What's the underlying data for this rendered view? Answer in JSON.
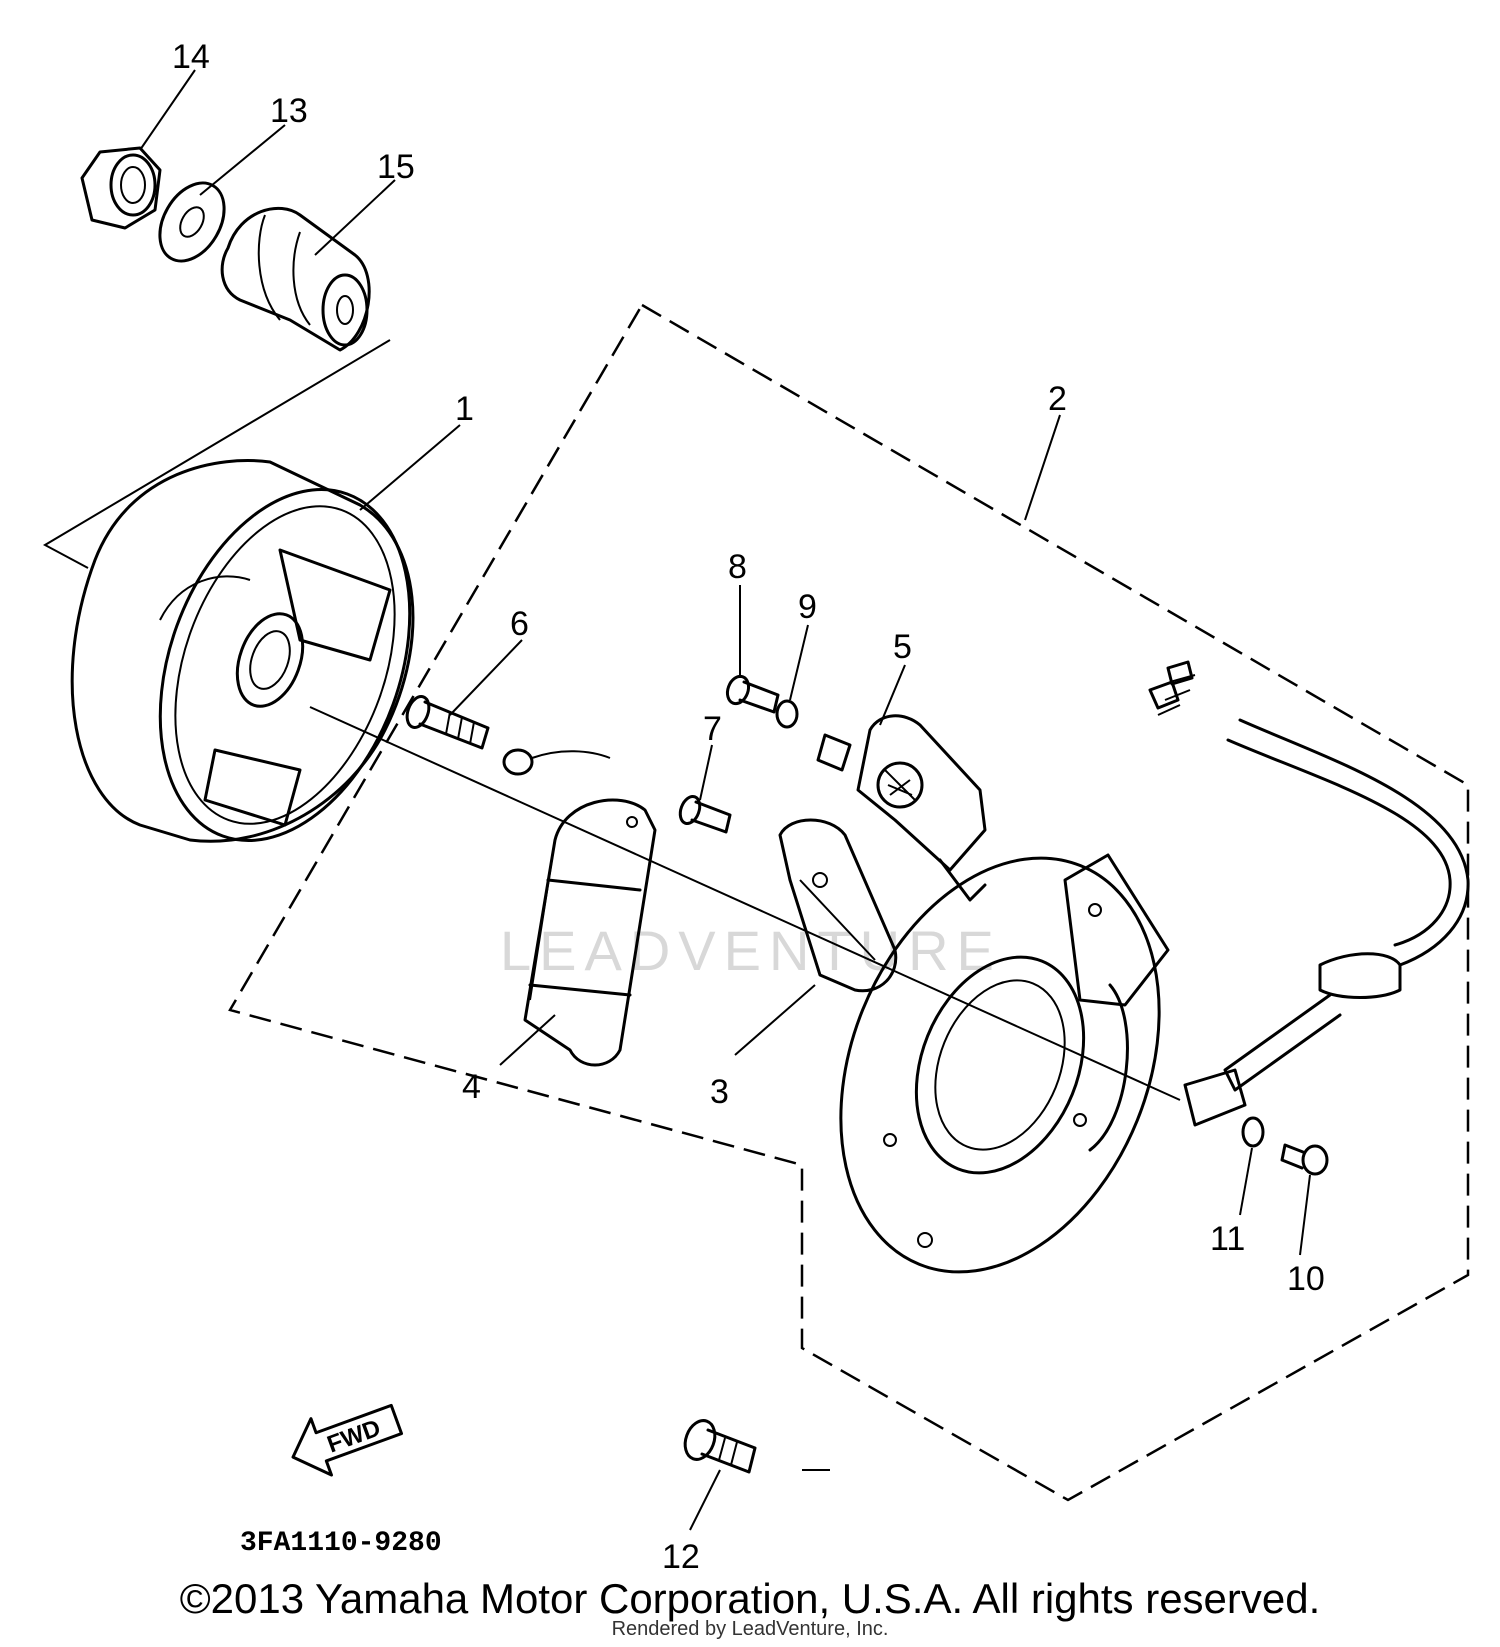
{
  "diagram": {
    "part_labels": [
      {
        "id": "p1",
        "text": "1"
      },
      {
        "id": "p2",
        "text": "2"
      },
      {
        "id": "p3",
        "text": "3"
      },
      {
        "id": "p4",
        "text": "4"
      },
      {
        "id": "p5",
        "text": "5"
      },
      {
        "id": "p6",
        "text": "6"
      },
      {
        "id": "p7",
        "text": "7"
      },
      {
        "id": "p8",
        "text": "8"
      },
      {
        "id": "p9",
        "text": "9"
      },
      {
        "id": "p10",
        "text": "10"
      },
      {
        "id": "p11",
        "text": "11"
      },
      {
        "id": "p12",
        "text": "12"
      },
      {
        "id": "p13",
        "text": "13"
      },
      {
        "id": "p14",
        "text": "14"
      },
      {
        "id": "p15",
        "text": "15"
      }
    ],
    "catalog_code": "3FA1110-9280",
    "fwd_label": "FWD",
    "watermark": "LEADVENTURE"
  },
  "footer": {
    "copyright": "©2013 Yamaha Motor Corporation, U.S.A. All rights reserved.",
    "rendered_by": "Rendered by LeadVenture, Inc."
  }
}
